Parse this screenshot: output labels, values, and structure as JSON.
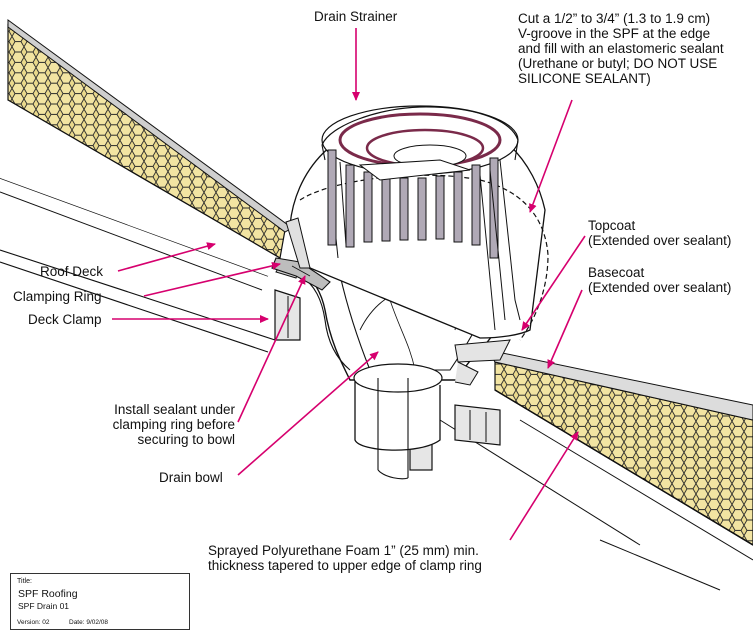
{
  "labels": {
    "drain_strainer": "Drain Strainer",
    "vgroove": [
      "Cut a 1/2” to 3/4” (1.3 to 1.9 cm)",
      "V-groove in the SPF at the edge",
      "and fill with an elastomeric sealant",
      "(Urethane or butyl; DO NOT USE",
      "SILICONE SEALANT)"
    ],
    "topcoat": [
      "Topcoat",
      "(Extended over sealant)"
    ],
    "basecoat": [
      "Basecoat",
      "(Extended over sealant)"
    ],
    "roof_deck": "Roof Deck",
    "clamping_ring": "Clamping Ring",
    "deck_clamp": "Deck Clamp",
    "install_sealant": [
      "Install sealant under",
      "clamping ring before",
      "securing to bowl"
    ],
    "drain_bowl": "Drain bowl",
    "spf": [
      "Sprayed Polyurethane Foam 1” (25 mm)  min.",
      "thickness tapered to upper edge of clamp ring"
    ]
  },
  "title_block": {
    "caption": "Title:",
    "name": "SPF Roofing",
    "subtitle": "SPF Drain 01",
    "version": "Version:  02",
    "date": "Date: 9/02/08"
  },
  "colors": {
    "leader": "#d6006e",
    "foam": "#e8d88a",
    "strainer_shade": "#b0a9b6",
    "strainer_dark": "#7a2a4a",
    "outline": "#111111"
  }
}
